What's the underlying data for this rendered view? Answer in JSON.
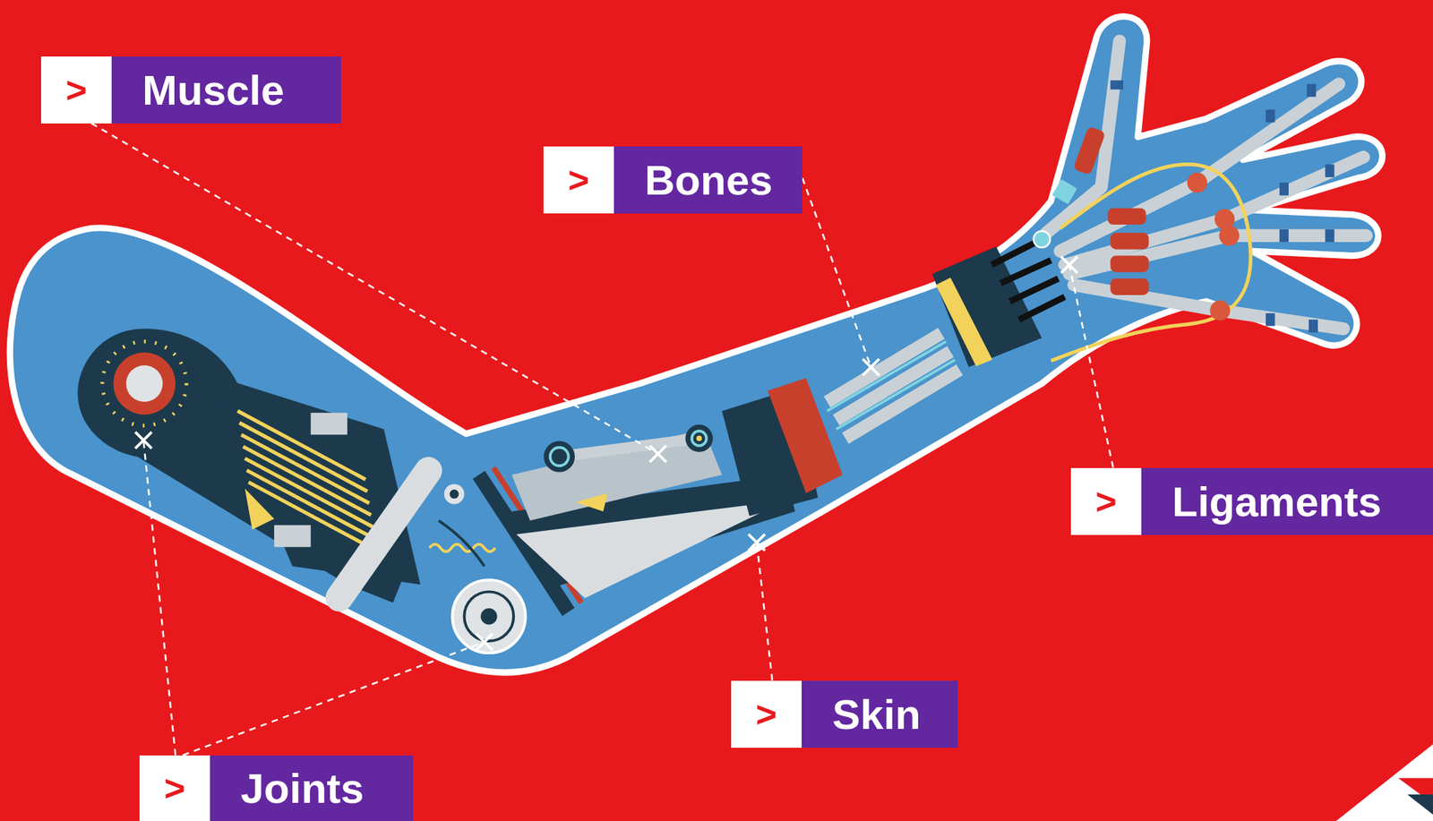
{
  "diagram": {
    "nodes": [
      {
        "text": [
          ">",
          "Muscle"
        ]
      },
      {
        "text": [
          ">",
          "Bones"
        ]
      },
      {
        "text": [
          ">",
          "Ligaments"
        ]
      },
      {
        "text": [
          ">",
          "Skin"
        ]
      },
      {
        "text": [
          ">",
          "Joints"
        ]
      }
    ]
  }
}
